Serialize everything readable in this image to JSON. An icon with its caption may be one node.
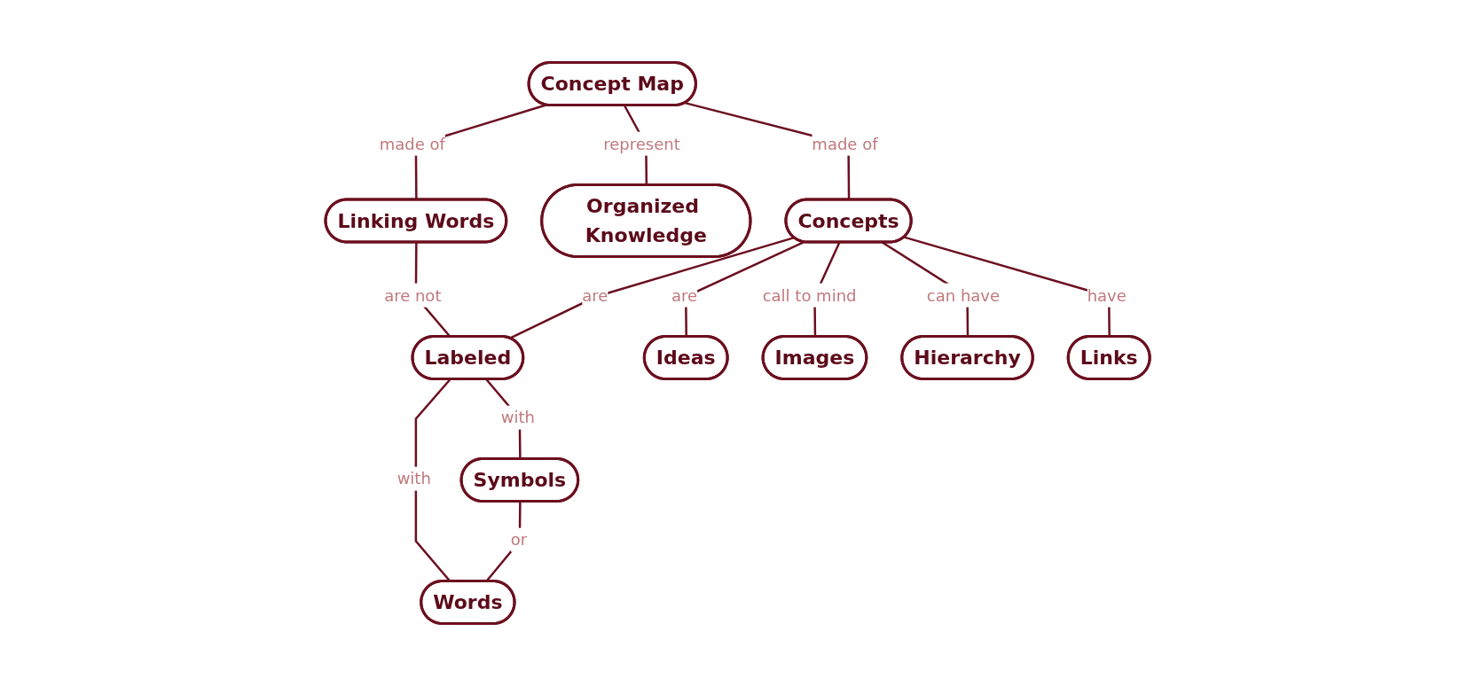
{
  "diagram": {
    "nodes": [
      {
        "text": [
          "Concept Map"
        ]
      },
      {
        "text": [
          "Linking Words"
        ]
      },
      {
        "text": [
          "Organized Knowledge"
        ]
      },
      {
        "text": [
          "Symbols"
        ]
      },
      {
        "text": [
          "Concepts"
        ]
      },
      {
        "text": [
          "Labeled"
        ]
      },
      {
        "text": [
          "Ideas"
        ]
      },
      {
        "text": [
          "Words"
        ]
      },
      {
        "text": [
          "Images"
        ]
      },
      {
        "text": [
          "Hierarchy"
        ]
      },
      {
        "text": [
          "Links"
        ]
      }
    ],
    "edges": [
      {
        "from": 0,
        "to": 2,
        "arrow": "none",
        "label": "represent"
      },
      {
        "from": 0,
        "to": 1,
        "arrow": "none",
        "label": "made of"
      },
      {
        "from": 0,
        "to": 4,
        "arrow": "none",
        "label": "made of"
      },
      {
        "from": 1,
        "to": 5,
        "arrow": "none",
        "label": "are not"
      },
      {
        "from": 4,
        "to": 5,
        "arrow": "none",
        "label": "are"
      },
      {
        "from": 5,
        "to": 3,
        "arrow": "none",
        "label": "with"
      },
      {
        "from": 5,
        "to": 7,
        "arrow": "none",
        "label": "with"
      },
      {
        "from": 3,
        "to": 7,
        "arrow": "none",
        "label": "or"
      },
      {
        "from": 4,
        "to": 6,
        "arrow": "none",
        "label": "are"
      },
      {
        "from": 4,
        "to": 9,
        "arrow": "none",
        "label": "can have"
      },
      {
        "from": 4,
        "to": 8,
        "arrow": "none",
        "label": "call to mind"
      },
      {
        "from": 4,
        "to": 10,
        "arrow": "none",
        "label": "have"
      }
    ]
  }
}
